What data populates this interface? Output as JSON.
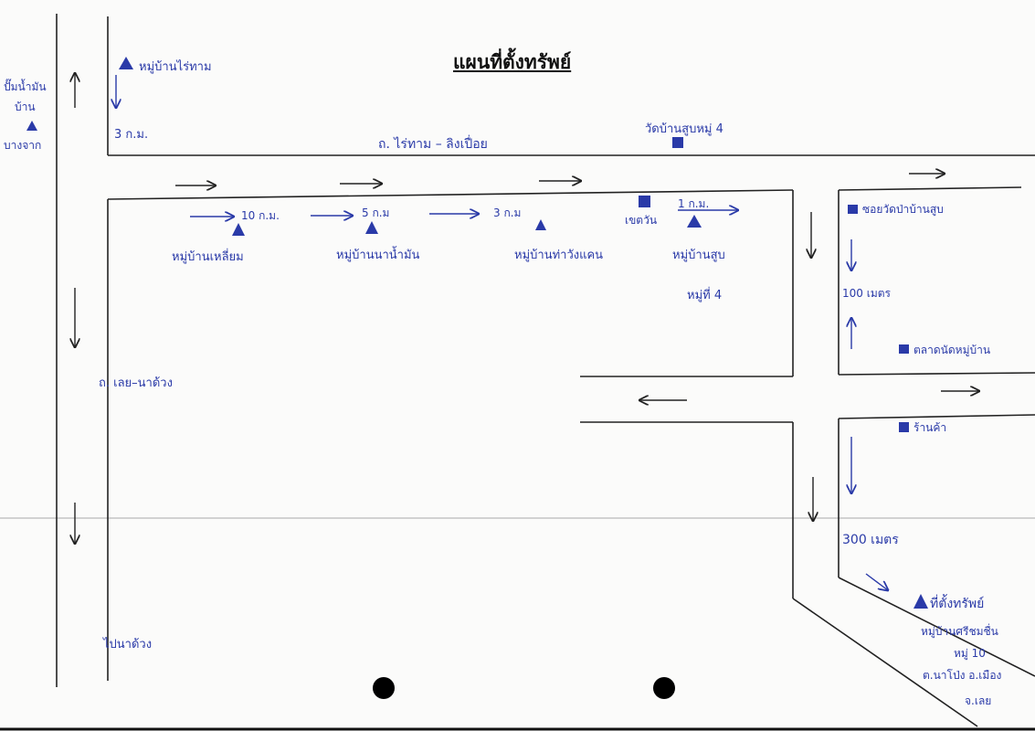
{
  "title": "แผนที่ตั้งทรัพย์",
  "colors": {
    "ink": "#2a3aa8",
    "line": "#222222",
    "paper": "#fbfbfa"
  },
  "labels": {
    "village_raitam": "หมู่บ้านไร่ทาม",
    "dist_3km_top": "3 ก.ม.",
    "road_raitam": "ถ. ไร่ทาม – ลิงเปื่อย",
    "temple": "วัดบ้านสูบหมู่ 4",
    "gas_station": "ปั๊มน้ำมัน",
    "ban": "บ้าน",
    "bang_chak": "บางจาก",
    "dist_10km": "10 ก.ม.",
    "dist_5km": "5 ก.ม",
    "dist_3km": "3 ก.ม",
    "dist_1km": "1 ก.ม.",
    "village_liam": "หมู่บ้านเหลี่ยม",
    "village_namin": "หมู่บ้านนาน้ำมัน",
    "village_tawang": "หมู่บ้านท่าวังแคน",
    "village_sup": "หมู่บ้านสูบ",
    "moo4": "หมู่ที่ 4",
    "school": "เขตวัน",
    "soi_wat": "ซอยวัดป่าบ้านสูบ",
    "dist_100m": "100 เมตร",
    "market": "ตลาดนัดหมู่บ้าน",
    "road_loei": "ถ. เลย–นาด้วง",
    "shop": "ร้านค้า",
    "dist_300m": "300 เมตร",
    "property": "ที่ตั้งทรัพย์",
    "property_village": "หมู่บ้านศรีชมชื่น",
    "property_moo": "หมู่ 10",
    "property_tambon": "ต.นาโป่ง อ.เมือง",
    "property_province": "จ.เลย",
    "to_nadueang": "ไปนาด้วง"
  }
}
